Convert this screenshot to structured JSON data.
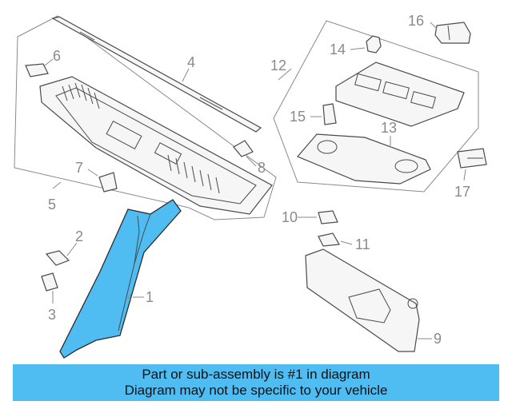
{
  "colors": {
    "highlight": "#4fbcf2",
    "banner": "#4fbcf2",
    "outline": "#4a4a4a",
    "callout": "#8a8a8a"
  },
  "callouts": {
    "c1": "1",
    "c2": "2",
    "c3": "3",
    "c4": "4",
    "c5": "5",
    "c6": "6",
    "c7": "7",
    "c8": "8",
    "c9": "9",
    "c10": "10",
    "c11": "11",
    "c12": "12",
    "c13": "13",
    "c14": "14",
    "c15": "15",
    "c16": "16",
    "c17": "17"
  },
  "banner": {
    "line1": "Part or sub-assembly is #1 in diagram",
    "line2": "Diagram may not be specific to your vehicle"
  }
}
